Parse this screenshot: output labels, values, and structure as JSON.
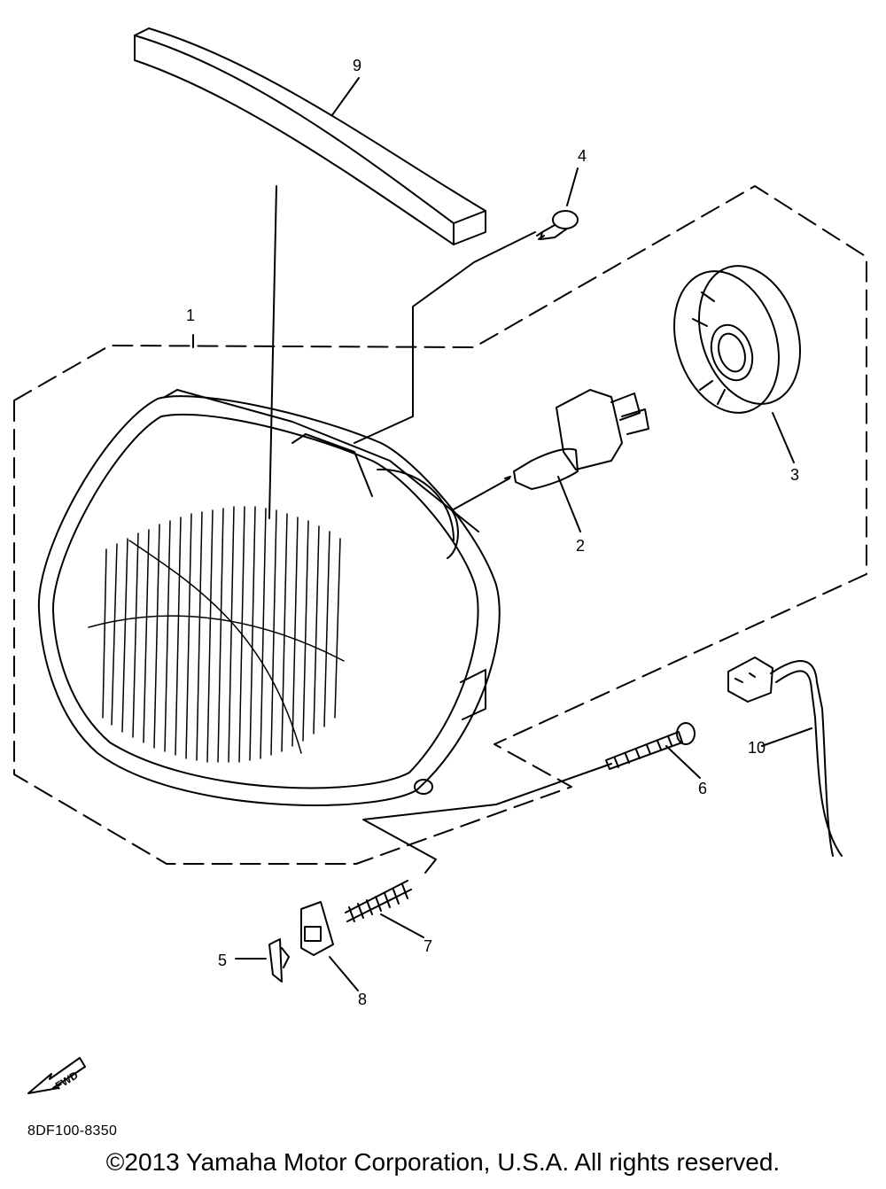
{
  "diagram": {
    "callouts": [
      {
        "id": "callout-1",
        "text": "1"
      },
      {
        "id": "callout-2",
        "text": "2"
      },
      {
        "id": "callout-3",
        "text": "3"
      },
      {
        "id": "callout-4",
        "text": "4"
      },
      {
        "id": "callout-5",
        "text": "5"
      },
      {
        "id": "callout-6",
        "text": "6"
      },
      {
        "id": "callout-7",
        "text": "7"
      },
      {
        "id": "callout-8",
        "text": "8"
      },
      {
        "id": "callout-9",
        "text": "9"
      },
      {
        "id": "callout-10",
        "text": "10"
      }
    ],
    "fwd_label": "FWD",
    "drawing_code": "8DF100-8350"
  },
  "footer": {
    "copyright": "©2013 Yamaha Motor Corporation, U.S.A. All rights reserved."
  }
}
